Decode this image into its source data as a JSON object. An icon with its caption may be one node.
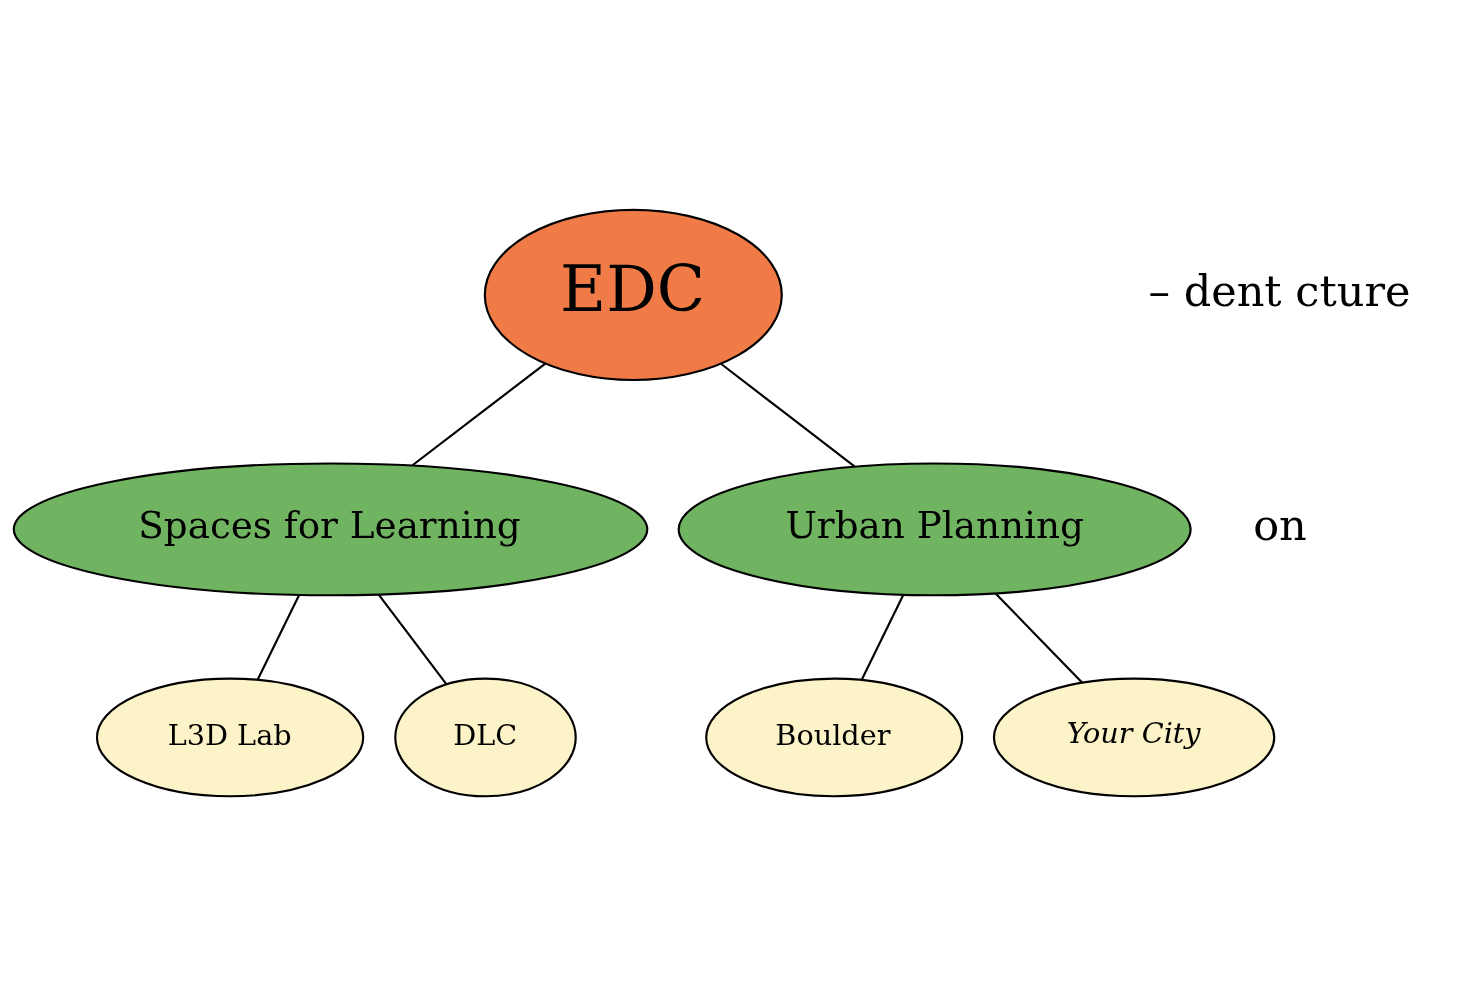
{
  "diagram": {
    "nodes": [
      {
        "text": [
          "EDC"
        ]
      },
      {
        "text": [
          "Spaces for Learning"
        ]
      },
      {
        "text": [
          "Urban Planning"
        ]
      },
      {
        "text": [
          "L3D Lab"
        ]
      },
      {
        "text": [
          "DLC"
        ]
      },
      {
        "text": [
          "Boulder"
        ]
      },
      {
        "text": [
          "Your City"
        ]
      }
    ],
    "edges": [
      {
        "from": 0,
        "to": 1,
        "arrow": "none"
      },
      {
        "from": 0,
        "to": 2,
        "arrow": "none"
      },
      {
        "from": 1,
        "to": 3,
        "arrow": "none"
      },
      {
        "from": 1,
        "to": 4,
        "arrow": "none"
      },
      {
        "from": 2,
        "to": 5,
        "arrow": "none"
      },
      {
        "from": 2,
        "to": 6,
        "arrow": "none"
      }
    ],
    "labels": [
      "– dent cture",
      "on"
    ]
  }
}
